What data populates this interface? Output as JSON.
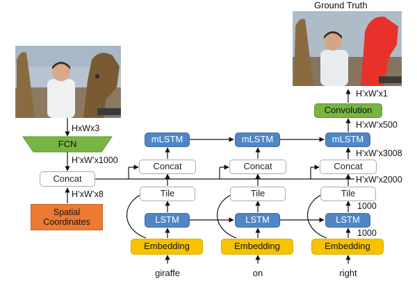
{
  "ground_truth_title": "Ground Truth",
  "fcn_label": "FCN",
  "concat_label": "Concat",
  "spatial_label": "Spatial Coordinates",
  "mlstm_label": "mLSTM",
  "tile_label": "Tile",
  "lstm_label": "LSTM",
  "embedding_label": "Embedding",
  "convolution_label": "Convolution",
  "words": [
    "giraffe",
    "on",
    "right"
  ],
  "dims": {
    "input": "HxWx3",
    "fcn_out": "H’xW’x1000",
    "spatial_out": "H’xW’x8",
    "conv_out": "H’xW’x1",
    "mlstm_out": "H’xW’x500",
    "concat_mlstm": "H’xW’x3008",
    "concat_in": "H’xW’x2000",
    "tile_out": "1000",
    "lstm_out": "1000"
  },
  "colors": {
    "lstm": "#4f86c6",
    "embedding": "#f7c200",
    "convolution": "#78b543",
    "fcn": "#78b543",
    "spatial": "#ec7a33",
    "mask": "#e8312a"
  }
}
